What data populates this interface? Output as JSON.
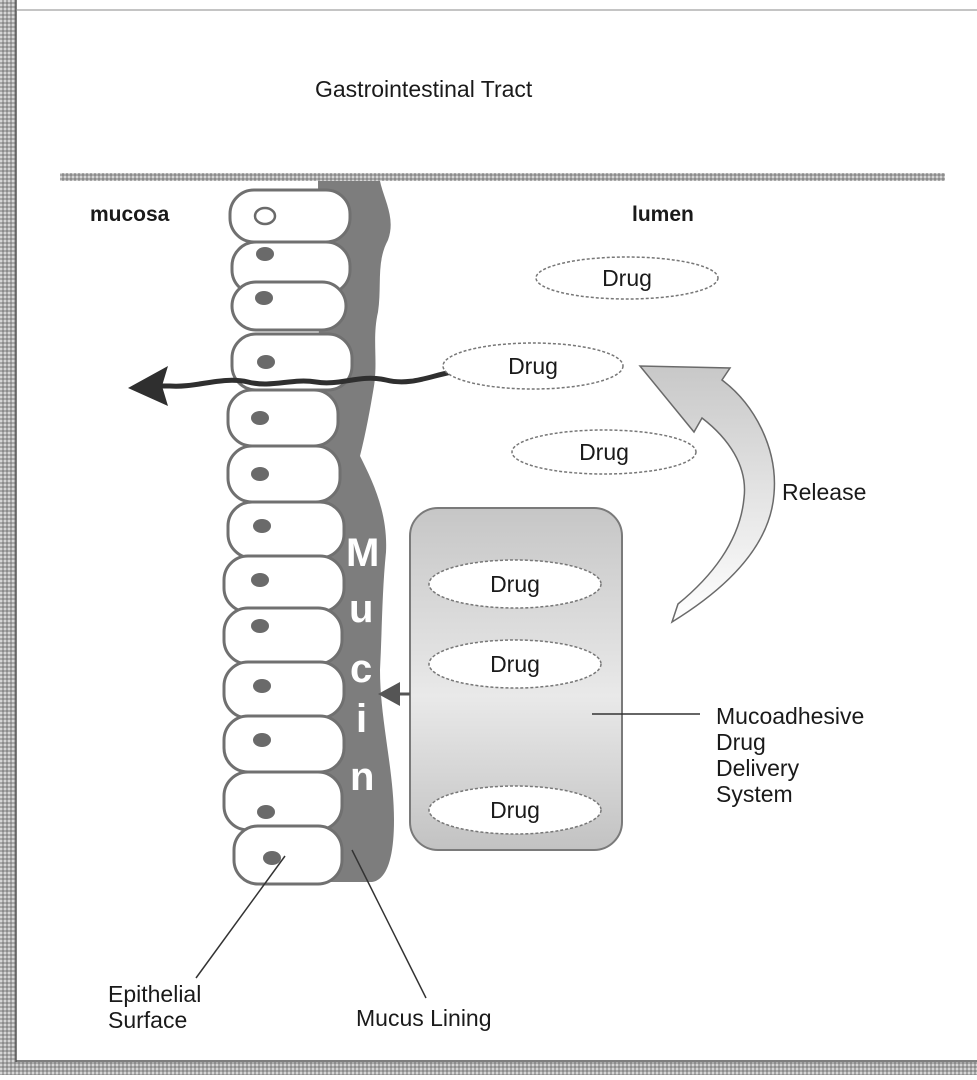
{
  "title": "Gastrointestinal Tract",
  "labels": {
    "mucosa": "mucosa",
    "lumen": "lumen",
    "release": "Release",
    "epithelial": [
      "Epithelial",
      "Surface"
    ],
    "mucus_lining": "Mucus Lining",
    "device": [
      "Mucoadhesive",
      "Drug",
      "Delivery",
      "System"
    ]
  },
  "mucin_letters": [
    "M",
    "u",
    "c",
    "i",
    "n"
  ],
  "drug_label": "Drug",
  "free_drugs": [
    "Drug",
    "Drug",
    "Drug"
  ],
  "device_drugs": [
    "Drug",
    "Drug",
    "Drug"
  ],
  "colors": {
    "mucus": "#7d7d7d",
    "cell_fill": "#ffffff",
    "cell_stroke": "#707070",
    "nucleus": "#6a6a6a",
    "device_fill": "#c4c4c4",
    "arrow": "#3a3a3a",
    "border": "#9a9a9a"
  }
}
